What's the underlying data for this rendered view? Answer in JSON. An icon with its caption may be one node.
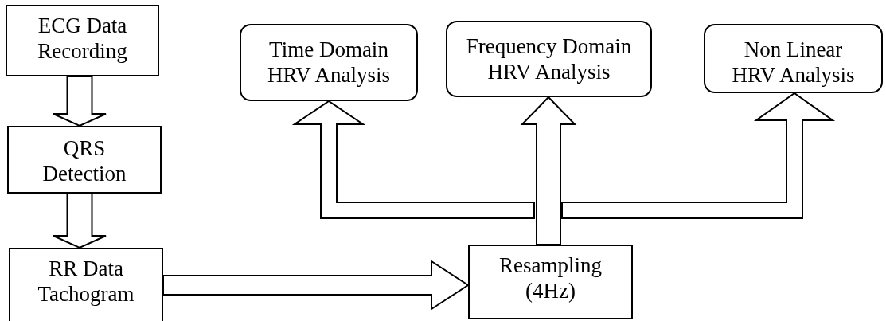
{
  "diagram": {
    "nodes": [
      {
        "text": [
          "ECG Data Recording"
        ]
      },
      {
        "text": [
          "QRS Detection"
        ]
      },
      {
        "text": [
          "RR Data Tachogram"
        ]
      },
      {
        "text": [
          "Time Domain HRV Analysis"
        ]
      },
      {
        "text": [
          "Frequency Domain HRV Analysis"
        ]
      },
      {
        "text": [
          "Non Linear HRV Analysis"
        ]
      },
      {
        "text": [
          "Resampling (4Hz)"
        ]
      }
    ],
    "edges": [
      {
        "from": 0,
        "to": 1,
        "arrow": "to"
      },
      {
        "from": 1,
        "to": 2,
        "arrow": "to"
      },
      {
        "from": 2,
        "to": 6,
        "arrow": "to"
      },
      {
        "from": 6,
        "to": 4,
        "arrow": "to"
      },
      {
        "from": 6,
        "to": 3,
        "arrow": "to"
      },
      {
        "from": 6,
        "to": 5,
        "arrow": "to"
      }
    ]
  }
}
